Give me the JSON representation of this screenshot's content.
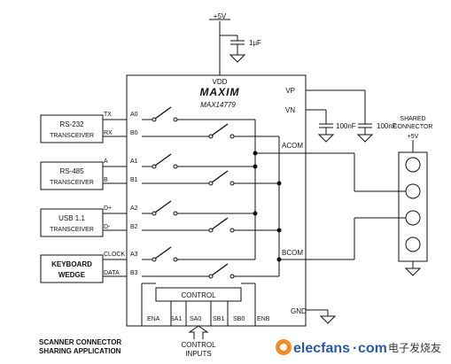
{
  "title": {
    "line1": "SCANNER CONNECTOR",
    "line2": "SHARING APPLICATION"
  },
  "power": {
    "supply": "+5V",
    "cap_main": "1μF",
    "vdd": "VDD",
    "vp": "VP",
    "vn": "VN",
    "cap_vp": "100nF",
    "cap_vn": "100nF"
  },
  "chip": {
    "brand": "MAXIM",
    "part": "MAX14779",
    "acom": "ACOM",
    "bcom": "BCOM",
    "gnd": "GND",
    "control": "CONTROL"
  },
  "pins": {
    "a0": "A0",
    "b0": "B0",
    "a1": "A1",
    "b1": "B1",
    "a2": "A2",
    "b2": "B2",
    "a3": "A3",
    "b3": "B3",
    "ena": "ENA",
    "sa1": "SA1",
    "sa0": "SA0",
    "sb1": "SB1",
    "sb0": "SB0",
    "enb": "ENB"
  },
  "transceivers": {
    "rs232": {
      "line1": "RS-232",
      "line2": "TRANSCEIVER",
      "sig1": "TX",
      "sig2": "RX"
    },
    "rs485": {
      "line1": "RS-485",
      "line2": "TRANSCEIVER",
      "sig1": "A",
      "sig2": "B"
    },
    "usb": {
      "line1": "USB 1.1",
      "line2": "TRANSCEIVER",
      "sig1": "D+",
      "sig2": "D-"
    },
    "keyboard": {
      "line1": "KEYBOARD",
      "line2": "WEDGE",
      "sig1": "CLOCK",
      "sig2": "DATA"
    }
  },
  "connector": {
    "line1": "SHARED",
    "line2": "CONNECTOR",
    "supply": "+5V"
  },
  "control_inputs": {
    "line1": "CONTROL",
    "line2": "INPUTS"
  },
  "watermark": {
    "text": "elecfans",
    "dot": "·",
    "tld": "com",
    "cn": "电子发烧友"
  }
}
